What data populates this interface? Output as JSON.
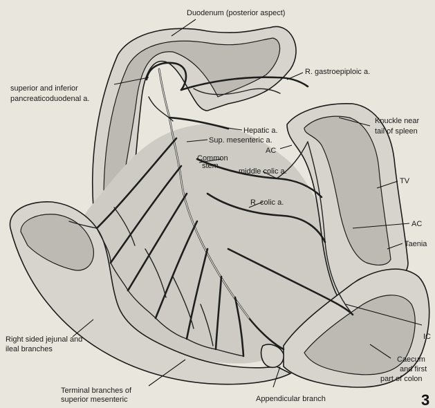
{
  "labels": {
    "duodenum": "Duodenum (posterior aspect)",
    "r_gastroepiploic": "R. gastroepiploic a.",
    "pancreatico_1": "superior and inferior",
    "pancreatico_2": "pancreaticoduodenal a.",
    "knuckle_1": "Knuckle near",
    "knuckle_2": "tail of spleen",
    "hepatic": "Hepatic a.",
    "sup_mesenteric": "Sup. mesenteric a.",
    "ac_upper": "AC",
    "common_1": "Common",
    "common_2": "stem",
    "middle_colic": "middle colic a.",
    "tv": "TV",
    "r_colic": "R. colic a.",
    "ac_lower": "AC",
    "taenia": "Taenia",
    "ic": "IC",
    "jejunal_1": "Right sided jejunal and",
    "jejunal_2": "ileal branches",
    "caecum_1": "Caecum",
    "caecum_2": "and first",
    "caecum_3": "part of colon",
    "terminal_1": "Terminal branches of",
    "terminal_2": "superior mesenteric",
    "appendicular": "Appendicular branch",
    "figure_number": "3"
  }
}
